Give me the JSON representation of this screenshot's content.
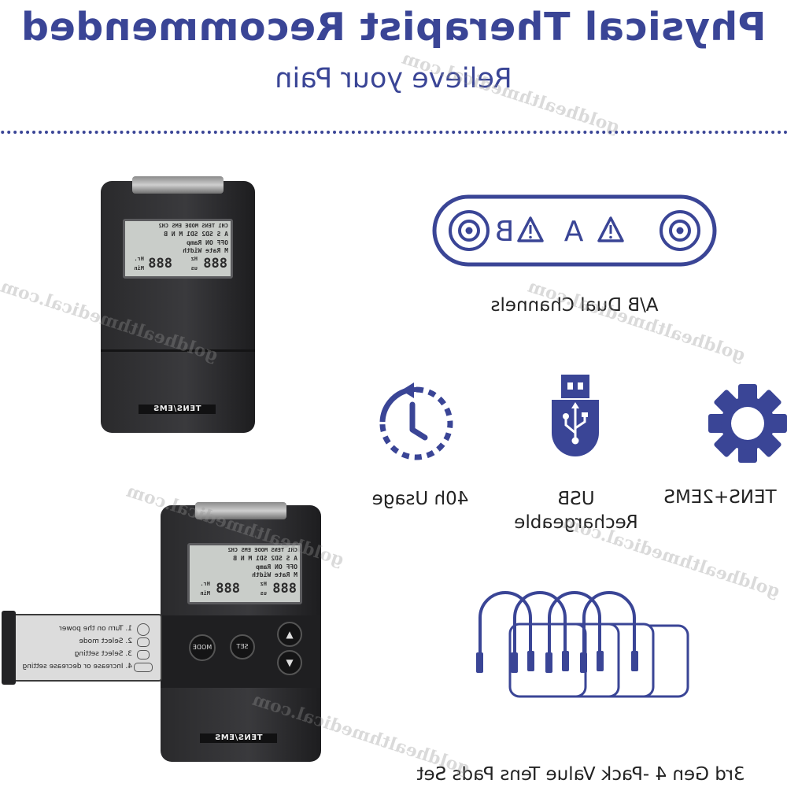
{
  "header": {
    "title": "Physical Therapist Recommended",
    "subtitle": "Relieve your Pain"
  },
  "features": {
    "dual_channels": {
      "label": "A/B Dual Channels",
      "channel_a": "A",
      "channel_b": "B",
      "icon": "dual-channel-connector-icon"
    },
    "usage": {
      "label": "40h Usage",
      "icon": "clock-icon"
    },
    "usb": {
      "label_line1": "USB",
      "label_line2": "Rechargeable",
      "icon": "usb-plug-icon"
    },
    "modes": {
      "label": "TENS+2EMS",
      "icon": "gear-icon"
    },
    "pads": {
      "label": "3rd Gen 4 -Pack Value Tens Pads Set",
      "icon": "electrode-pads-icon"
    }
  },
  "device": {
    "model_label": "TENS/EMS",
    "lcd": {
      "top_row": "CH1 TENS MODE EMS CH2",
      "row1": "A S SD2 SD1 M N B",
      "row2": "OFF ON Ramp",
      "row3": "M Rate Width",
      "hz": "Hz",
      "us": "us",
      "hr": "Hr.",
      "min": "Min",
      "digits": "888"
    },
    "buttons": {
      "mode": "MODE",
      "set": "SET",
      "up": "▲",
      "down": "▼"
    },
    "instructions": [
      "1. Turn on the power",
      "2. Select mode",
      "3. Select setting",
      "4. Increase or decrease setting"
    ]
  },
  "watermark": "goldhealthmedical.com",
  "colors": {
    "brand": "#3a4596",
    "text": "#222222",
    "device": "#2a2a2c",
    "lcd": "#c9cdc9"
  }
}
